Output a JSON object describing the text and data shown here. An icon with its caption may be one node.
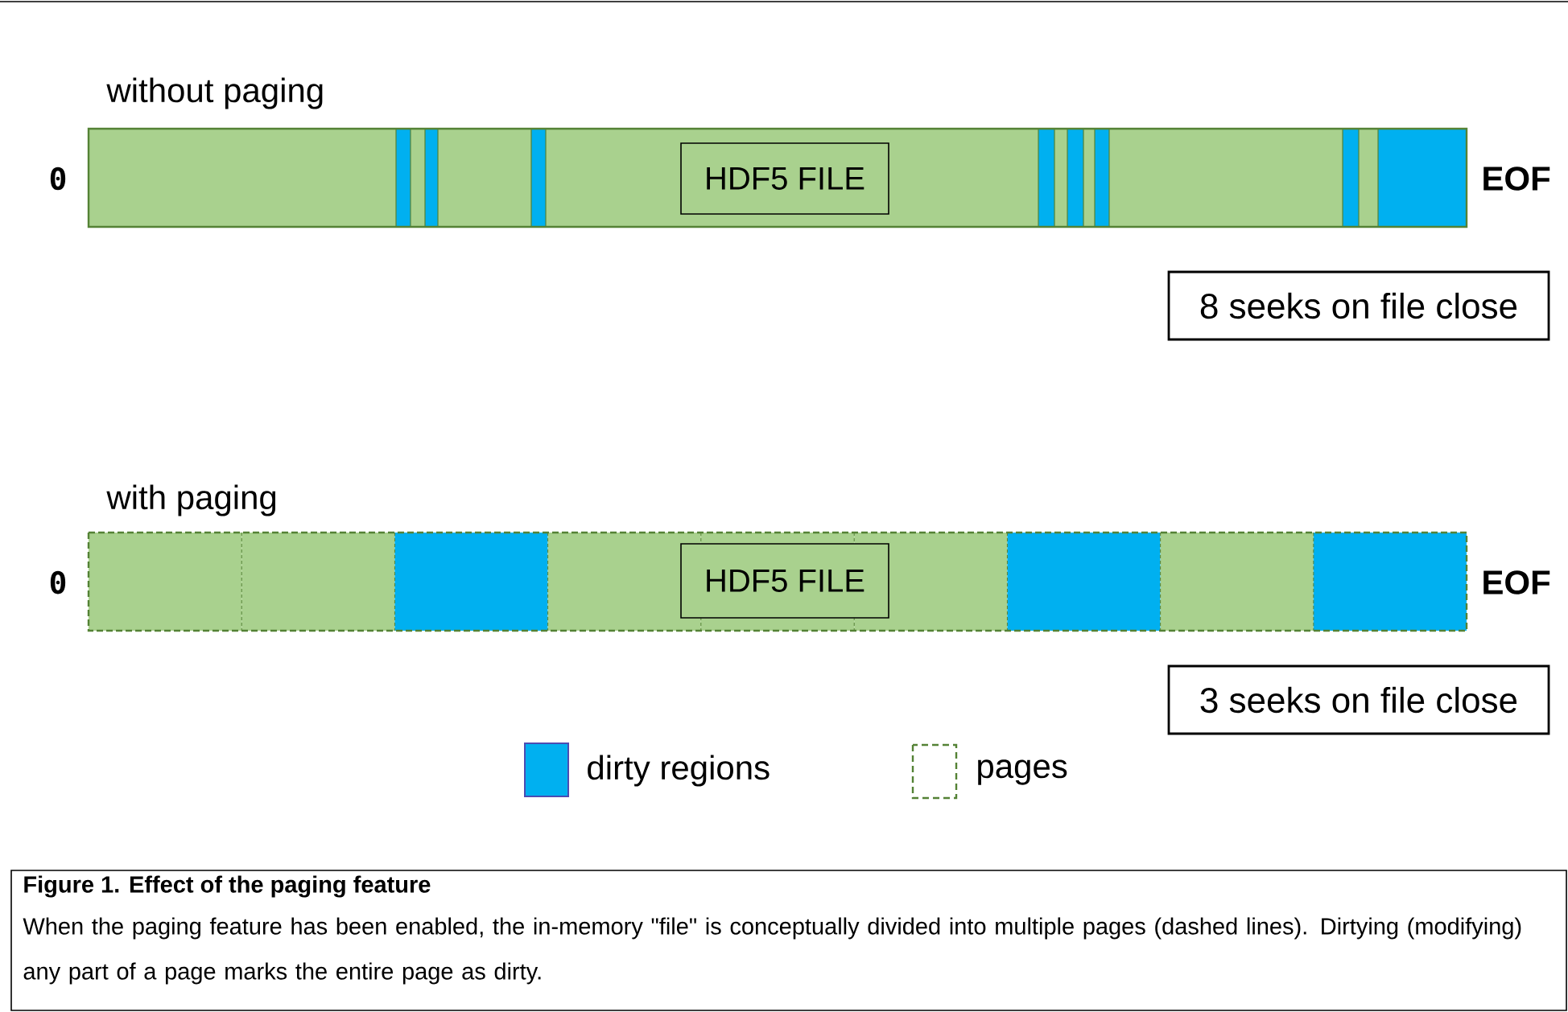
{
  "diagram": {
    "title": "Figure 1. Effect of the paging feature",
    "caption": "When the paging feature has been enabled, the in-memory \"file\" is conceptually divided into multiple pages (dashed lines). Dirtying (modifying) any part of a page marks the entire page as dirty.",
    "nodes": [
      {
        "text": [
          "HDF5 FILE"
        ]
      },
      {
        "text": [
          "8 seeks on file close"
        ]
      },
      {
        "text": [
          "HDF5 FILE"
        ]
      },
      {
        "text": [
          "3 seeks on file close"
        ]
      }
    ],
    "labels": [
      "without paging",
      "0",
      "EOF",
      "with paging",
      "0",
      "EOF"
    ],
    "legend": [
      {
        "text": "dirty regions",
        "color": "#00b0f0"
      },
      {
        "text": "pages"
      }
    ]
  }
}
